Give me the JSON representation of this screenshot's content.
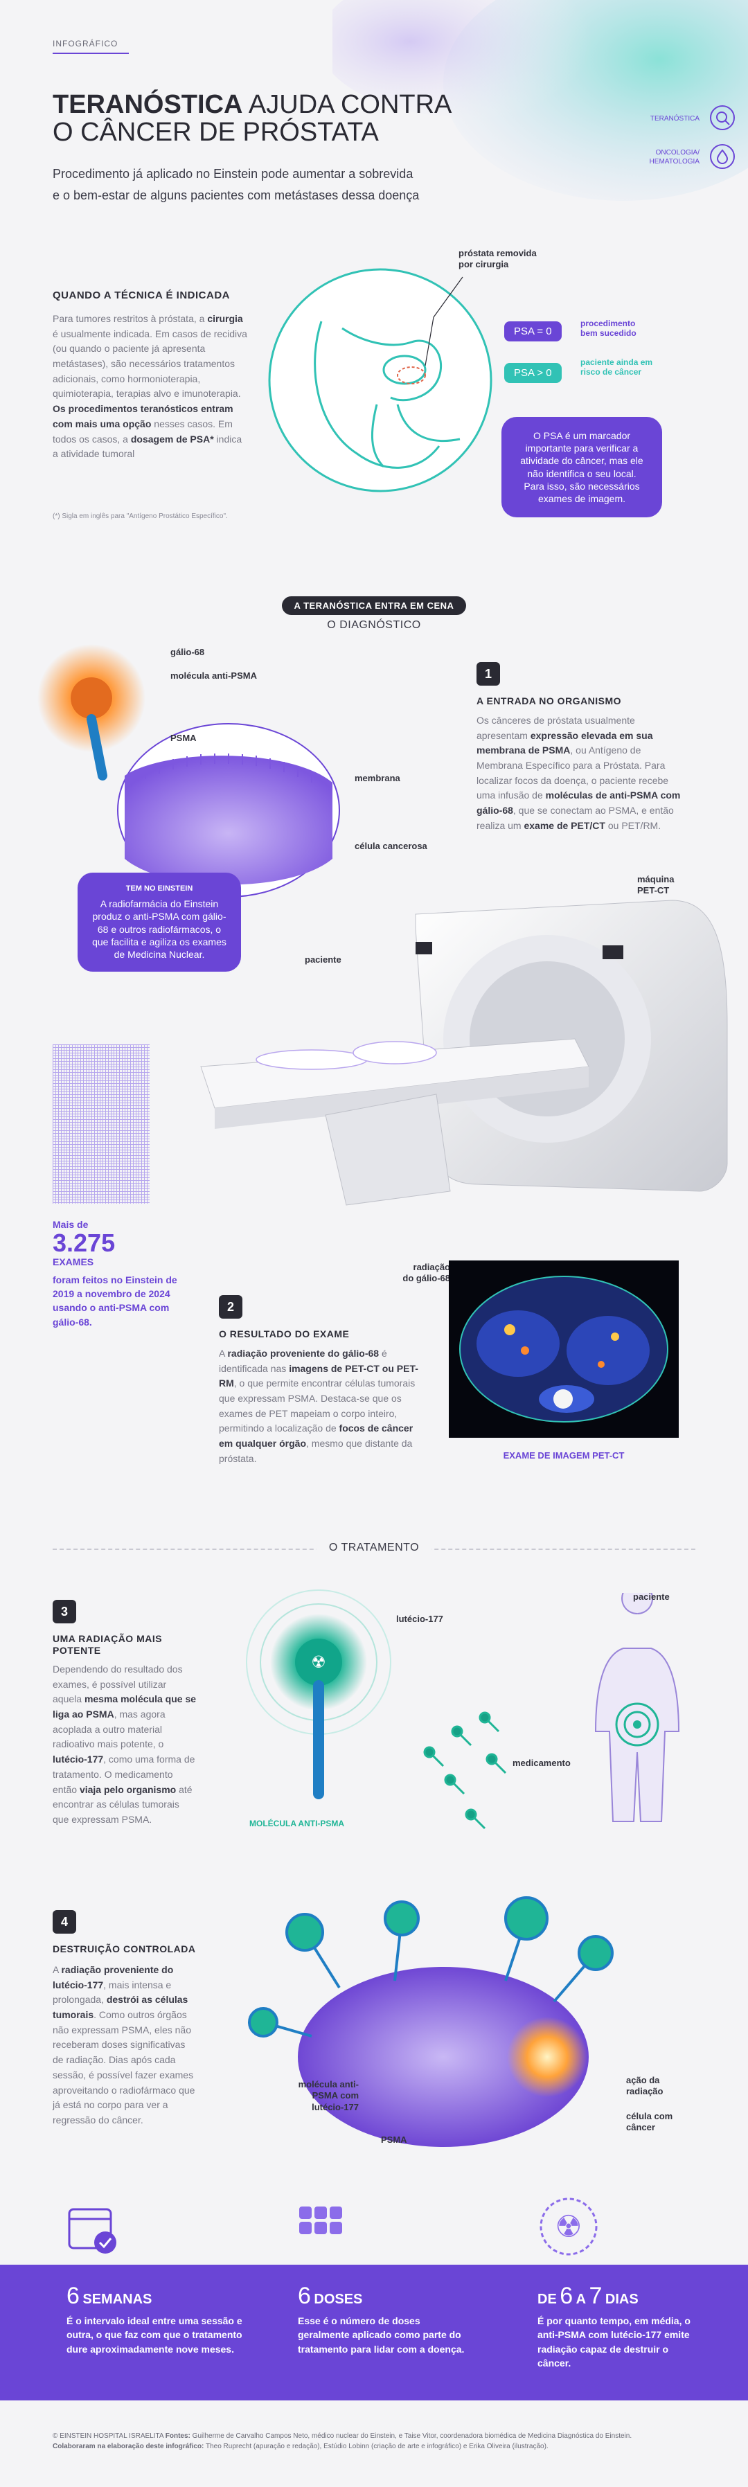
{
  "header": {
    "tag": "INFOGRÁFICO",
    "title_bold": "TERANÓSTICA",
    "title_rest": " AJUDA CONTRA",
    "title_line2": "O CÂNCER DE PRÓSTATA",
    "subtitle_line1": "Procedimento já aplicado no Einstein pode aumentar a sobrevida",
    "subtitle_line2": "e o bem-estar de alguns pacientes com metástases dessa doença",
    "side_tags": [
      "TERANÓSTICA",
      "ONCOLOGIA/ HEMATOLOGIA"
    ]
  },
  "intro": {
    "heading": "QUANDO A TÉCNICA É INDICADA",
    "p1_pre": "Para tumores restritos à próstata, a ",
    "p1_bold": "cirurgia",
    "p1_post": " é usualmente indicada. Em casos de recidiva (ou quando o paciente já apresenta metástases), são necessários tratamentos adicionais, como hormonioterapia, quimioterapia, terapias alvo e imunoterapia.",
    "p2_bold": "Os procedimentos teranósticos entram com mais uma opção",
    "p2_post": " nesses casos. Em todos os casos, a ",
    "p2_bold2": "dosagem de PSA*",
    "p2_end": " indica a atividade tumoral",
    "footnote": "(*) Sigla em inglês para \"Antígeno Prostático Específico\"."
  },
  "prostate_figure": {
    "callout": "próstata removida por cirurgia",
    "psa0": "PSA = 0",
    "psa0_label": "procedimento bem sucedido",
    "psa_gt0": "PSA > 0",
    "psa_gt0_label": "paciente ainda em risco de câncer",
    "bubble": "O PSA é um marcador importante para verificar a atividade do câncer, mas ele não identifica o seu local. Para isso, são necessários exames de imagem."
  },
  "scene": {
    "pill": "A TERANÓSTICA ENTRA EM CENA",
    "diag": "O DIAGNÓSTICO",
    "tratamento": "O TRATAMENTO"
  },
  "molecule_fig": {
    "galio": "gálio-68",
    "anti_psma": "molécula anti-PSMA",
    "psma": "PSMA",
    "membrana": "membrana",
    "celula": "célula cancerosa"
  },
  "einstein_bubble": {
    "title": "TEM NO EINSTEIN",
    "text": "A radiofarmácia do Einstein produz o anti-PSMA com gálio-68 e outros radiofármacos, o que facilita e agiliza os exames de Medicina Nuclear."
  },
  "step1": {
    "num": "1",
    "heading": "A ENTRADA NO ORGANISMO",
    "t1": "Os cânceres de próstata usualmente apresentam ",
    "b1": "expressão elevada em sua membrana de PSMA",
    "t2": ", ou Antígeno de Membrana Específico para a Próstata. Para localizar focos da doença, o paciente recebe uma infusão de ",
    "b2": "moléculas de anti-PSMA com gálio-68",
    "t3": ", que se conectam ao PSMA, e então realiza um ",
    "b3": "exame de PET/CT",
    "t4": " ou PET/RM."
  },
  "pet": {
    "machine": "máquina PET-CT",
    "patient": "paciente"
  },
  "stats": {
    "mais": "Mais de",
    "number": "3.275",
    "exams": "EXAMES",
    "desc": "foram feitos no Einstein de 2019 a novembro de 2024 usando o anti-PSMA com gálio-68."
  },
  "step2": {
    "num": "2",
    "heading": "O RESULTADO DO EXAME",
    "t1": "A ",
    "b1": "radiação proveniente do gálio-68",
    "t2": " é identificada nas ",
    "b2": "imagens de PET-CT ou PET-RM",
    "t3": ", o que permite encontrar células tumorais que expressam PSMA. Destaca-se que os exames de PET mapeiam o corpo inteiro, permitindo a localização de ",
    "b3": "focos de câncer em qualquer órgão",
    "t4": ", mesmo que distante da próstata.",
    "radiation_label": "radiação do gálio-68",
    "scan_caption": "EXAME DE IMAGEM PET-CT"
  },
  "step3": {
    "num": "3",
    "heading": "UMA RADIAÇÃO MAIS POTENTE",
    "t1": "Dependendo do resultado dos exames, é possível utilizar aquela ",
    "b1": "mesma molécula que se liga ao PSMA",
    "t2": ", mas agora acoplada a outro material radioativo mais potente, o ",
    "b2": "lutécio-177",
    "t3": ", como uma forma de tratamento. O medicamento então ",
    "b3": "viaja pelo organismo",
    "t4": " até encontrar as células tumorais que expressam PSMA.",
    "lutecio": "lutécio-177",
    "molecula": "MOLÉCULA ANTI-PSMA",
    "paciente": "paciente",
    "medicamento": "medicamento"
  },
  "step4": {
    "num": "4",
    "heading": "DESTRUIÇÃO CONTROLADA",
    "t1": "A ",
    "b1": "radiação proveniente do lutécio-177",
    "t2": ", mais intensa e prolongada, ",
    "b2": "destrói as células tumorais",
    "t3": ". Como outros órgãos não expressam PSMA, eles não receberam doses significativas de radiação. Dias após cada sessão, é possível fazer exames aproveitando o radiofármaco que já está no corpo para ver a regressão do câncer.",
    "mol_label": "molécula anti-PSMA com lutécio-177",
    "psma": "PSMA",
    "acao": "ação da radiação",
    "celula": "célula com câncer"
  },
  "facts": [
    {
      "num": "6",
      "unit": "SEMANAS",
      "text": "É o intervalo ideal entre uma sessão e outra, o que faz com que o tratamento dure aproximadamente nove meses."
    },
    {
      "num": "6",
      "unit": "DOSES",
      "text": "Esse é o número de doses geralmente aplicado como parte do tratamento para lidar com a doença."
    },
    {
      "pre": "DE",
      "num": "6",
      "mid": "A",
      "num2": "7",
      "unit": "DIAS",
      "text": "É por quanto tempo, em média, o anti-PSMA com lutécio-177 emite radiação capaz de destruir o câncer."
    }
  ],
  "credits": {
    "line1_pre": "© EINSTEIN HOSPITAL ISRAELITA ",
    "fontes_label": "Fontes:",
    "line1_post": " Guilherme de Carvalho Campos Neto, médico nuclear do Einstein, e Taise Vitor, coordenadora biomédica de Medicina Diagnóstica do Einstein.",
    "line2_label": "Colaboraram na elaboração deste infográfico:",
    "line2_post": " Theo Ruprecht (apuração e redação), Estúdio Lobinn (criação de arte e infográfico) e Erika Oliveira (ilustração)."
  }
}
